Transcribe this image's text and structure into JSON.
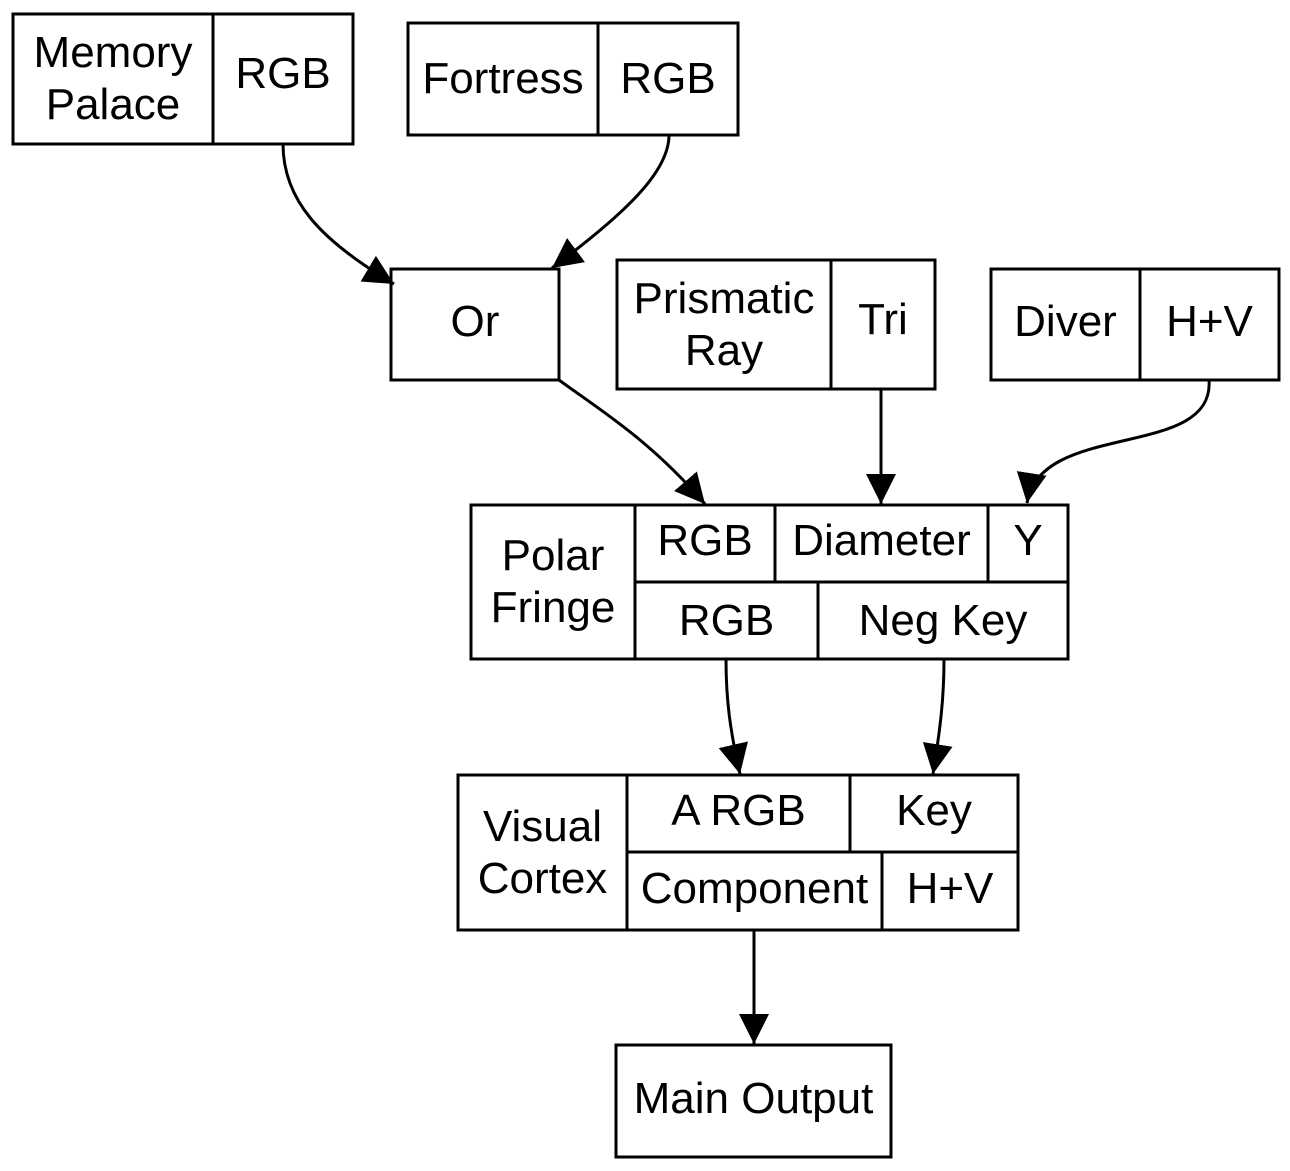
{
  "colors": {
    "line": "#000000",
    "background": "#ffffff",
    "text": "#000000"
  },
  "nodes": {
    "memory_palace": {
      "name": "Memory\nPalace",
      "port": "RGB"
    },
    "fortress": {
      "name": "Fortress",
      "port": "RGB"
    },
    "or": {
      "name": "Or"
    },
    "prismatic_ray": {
      "name": "Prismatic\nRay",
      "port": "Tri"
    },
    "diver": {
      "name": "Diver",
      "port": "H+V"
    },
    "polar_fringe": {
      "name": "Polar\nFringe",
      "in_ports": [
        "RGB",
        "Diameter",
        "Y"
      ],
      "out_ports": [
        "RGB",
        "Neg Key"
      ]
    },
    "visual_cortex": {
      "name": "Visual\nCortex",
      "in_ports": [
        "A RGB",
        "Key"
      ],
      "out_ports": [
        "Component",
        "H+V"
      ]
    },
    "main_output": {
      "name": "Main Output"
    }
  },
  "edges": [
    {
      "from": "memory_palace.RGB",
      "to": "or"
    },
    {
      "from": "fortress.RGB",
      "to": "or"
    },
    {
      "from": "or",
      "to": "polar_fringe.RGB"
    },
    {
      "from": "prismatic_ray.Tri",
      "to": "polar_fringe.Diameter"
    },
    {
      "from": "diver.H+V",
      "to": "polar_fringe.Y"
    },
    {
      "from": "polar_fringe.RGB",
      "to": "visual_cortex.A RGB"
    },
    {
      "from": "polar_fringe.Neg Key",
      "to": "visual_cortex.Key"
    },
    {
      "from": "visual_cortex.Component",
      "to": "main_output"
    }
  ]
}
